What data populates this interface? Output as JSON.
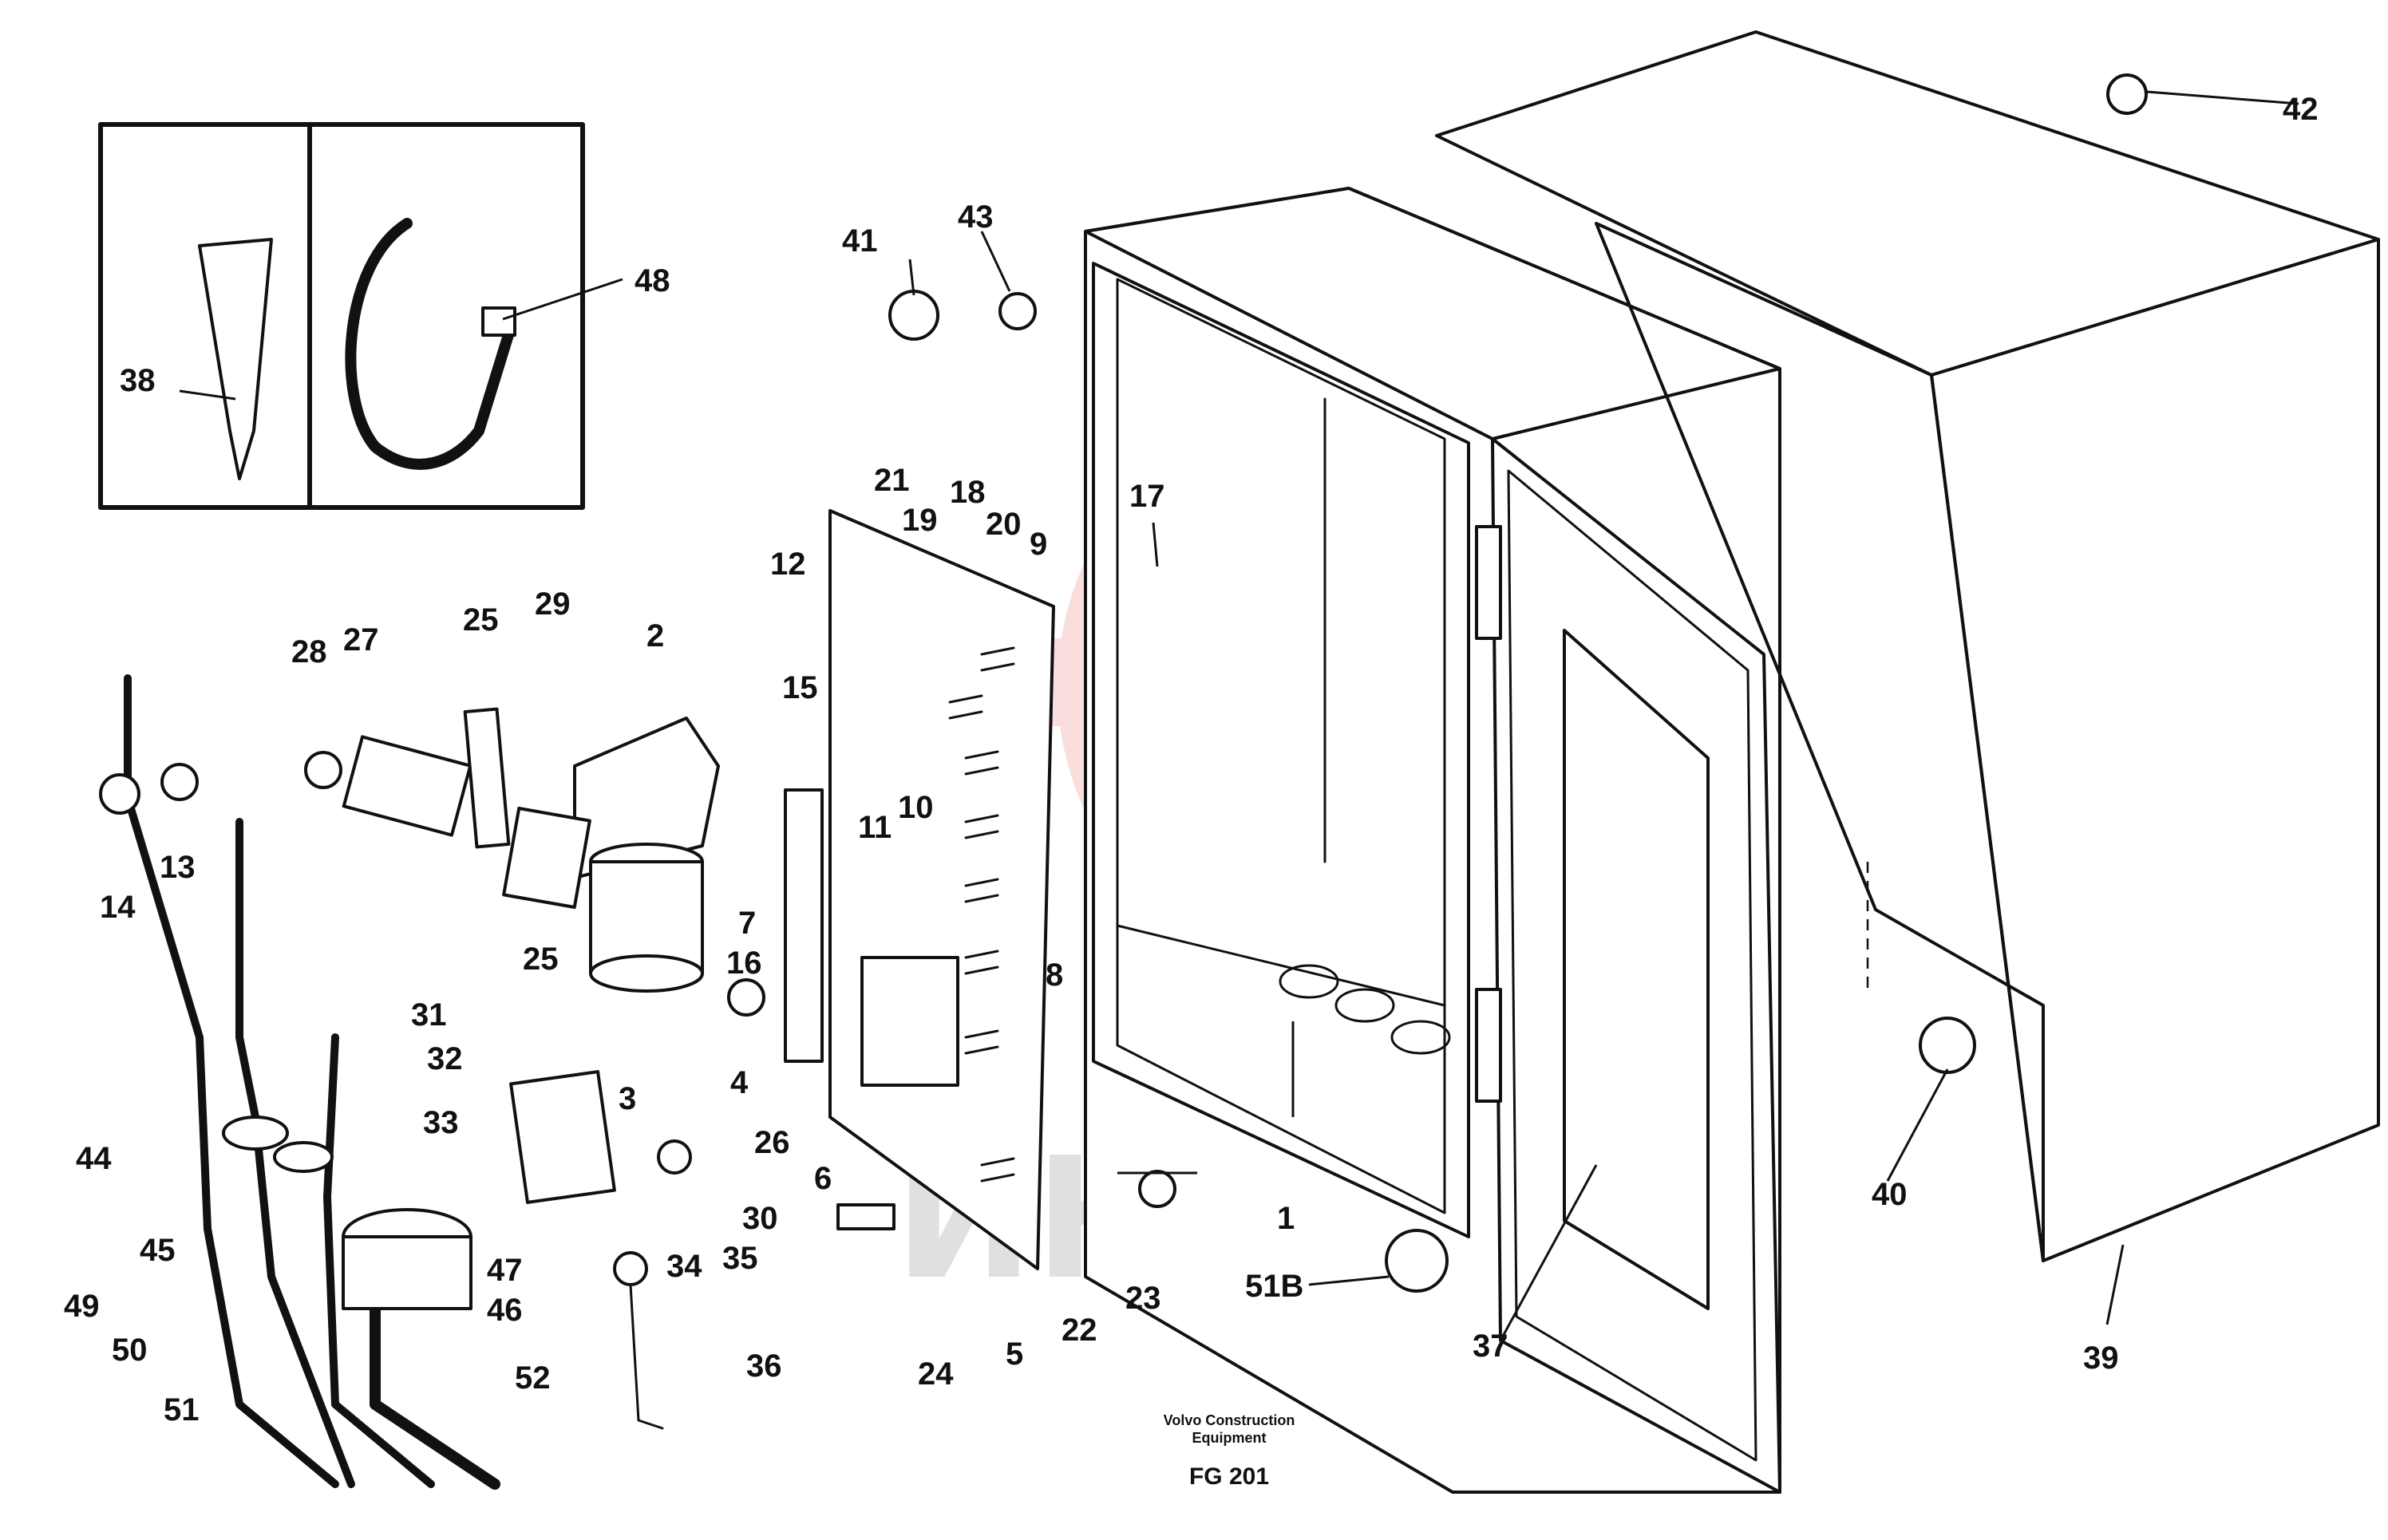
{
  "diagram": {
    "watermark": "ИНТЕХ",
    "caption_line1": "Volvo Construction",
    "caption_line2": "Equipment",
    "figure_code": "FG 201",
    "accent_watermark_color": "#f2a0a0",
    "callouts": {
      "c1": "1",
      "c2": "2",
      "c3": "3",
      "c4": "4",
      "c5": "5",
      "c6": "6",
      "c7": "7",
      "c8": "8",
      "c9": "9",
      "c10": "10",
      "c11": "11",
      "c12": "12",
      "c13": "13",
      "c14": "14",
      "c15": "15",
      "c16": "16",
      "c17": "17",
      "c18": "18",
      "c19": "19",
      "c20": "20",
      "c21": "21",
      "c22": "22",
      "c23": "23",
      "c24": "24",
      "c25a": "25",
      "c25b": "25",
      "c26": "26",
      "c27": "27",
      "c28": "28",
      "c29": "29",
      "c30": "30",
      "c31": "31",
      "c32": "32",
      "c33": "33",
      "c34": "34",
      "c35": "35",
      "c36": "36",
      "c37": "37",
      "c38": "38",
      "c39": "39",
      "c40": "40",
      "c41": "41",
      "c42": "42",
      "c43": "43",
      "c44": "44",
      "c45": "45",
      "c46": "46",
      "c47": "47",
      "c48": "48",
      "c49": "49",
      "c50": "50",
      "c51": "51",
      "c51b": "51B",
      "c52": "52"
    }
  }
}
